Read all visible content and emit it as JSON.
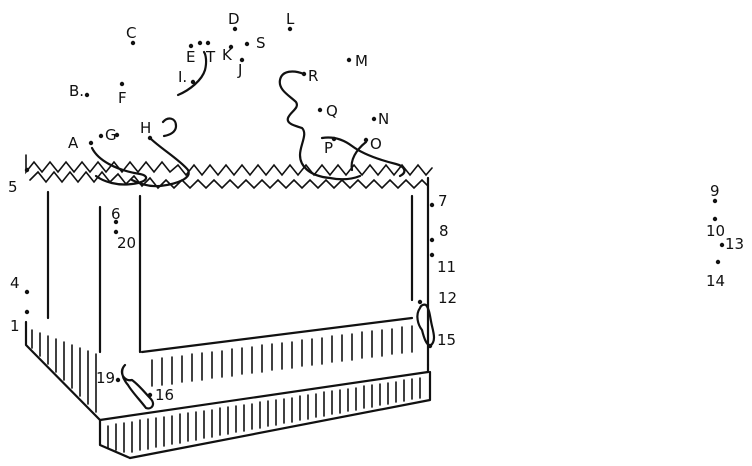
{
  "letter_labels": {
    "a": "A",
    "b": "B.",
    "c": "C",
    "d": "D",
    "e": "E",
    "f": "F",
    "g": "G",
    "h": "H",
    "i": "I.",
    "j": "J",
    "k": "K",
    "l": "L",
    "m": "M",
    "n": "N",
    "o": "O",
    "p": "P",
    "q": "Q",
    "r": "R",
    "s": "S",
    "t": "T"
  },
  "number_labels": {
    "n1": "1",
    "n4": "4",
    "n5": "5",
    "n6": "6",
    "n7": "7",
    "n8": "8",
    "n9": "9",
    "n10": "10",
    "n11": "11",
    "n12": "12",
    "n13": "13",
    "n14": "14",
    "n15": "15",
    "n16": "16",
    "n19": "19",
    "n20": "20"
  }
}
